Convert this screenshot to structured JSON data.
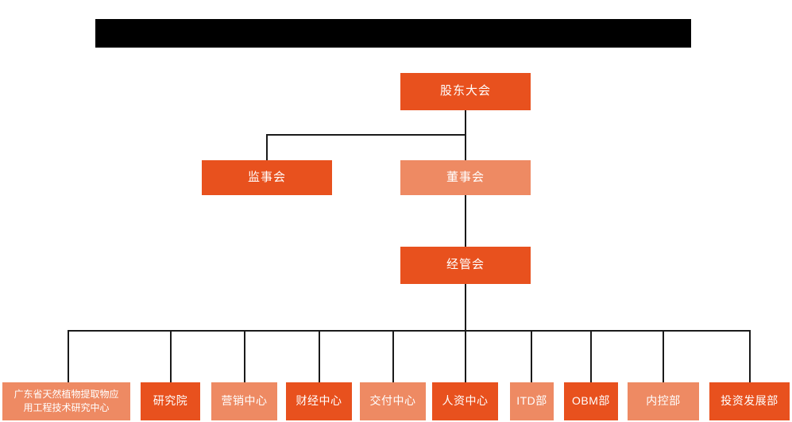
{
  "diagram": {
    "type": "organization-chart",
    "title_banner": {
      "label": "",
      "redacted": true,
      "color": "#000000"
    },
    "colors": {
      "node_dark": "#E8511E",
      "node_light": "#EE8A63",
      "connector": "#1a1a1a",
      "node_text": "#FFFFFF",
      "background": "#FFFFFF"
    },
    "levels": [
      {
        "level": 1,
        "nodes": [
          {
            "id": "shareholders-meeting",
            "label": "股东大会",
            "shade": "dark"
          }
        ]
      },
      {
        "level": 2,
        "nodes": [
          {
            "id": "board-of-supervisors",
            "label": "监事会",
            "shade": "dark"
          },
          {
            "id": "board-of-directors",
            "label": "董事会",
            "shade": "light"
          }
        ]
      },
      {
        "level": 3,
        "nodes": [
          {
            "id": "management-committee",
            "label": "经管会",
            "shade": "dark"
          }
        ]
      },
      {
        "level": 4,
        "nodes": [
          {
            "id": "research-center",
            "label_line1": "广东省天然植物提取物应",
            "label_line2": "用工程技术研究中心",
            "shade": "light"
          },
          {
            "id": "research-institute",
            "label": "研究院",
            "shade": "dark"
          },
          {
            "id": "marketing-center",
            "label": "营销中心",
            "shade": "light"
          },
          {
            "id": "finance-center",
            "label": "财经中心",
            "shade": "dark"
          },
          {
            "id": "delivery-center",
            "label": "交付中心",
            "shade": "light"
          },
          {
            "id": "hr-center",
            "label": "人资中心",
            "shade": "dark"
          },
          {
            "id": "itd-department",
            "label": "ITD部",
            "shade": "light"
          },
          {
            "id": "obm-department",
            "label": "OBM部",
            "shade": "dark"
          },
          {
            "id": "internal-control-department",
            "label": "内控部",
            "shade": "light"
          },
          {
            "id": "investment-development-department",
            "label": "投资发展部",
            "shade": "dark"
          }
        ]
      }
    ],
    "relations": [
      {
        "from": "shareholders-meeting",
        "to": "board-of-supervisors"
      },
      {
        "from": "shareholders-meeting",
        "to": "board-of-directors"
      },
      {
        "from": "board-of-directors",
        "to": "management-committee"
      },
      {
        "from": "management-committee",
        "to": "research-center"
      },
      {
        "from": "management-committee",
        "to": "research-institute"
      },
      {
        "from": "management-committee",
        "to": "marketing-center"
      },
      {
        "from": "management-committee",
        "to": "finance-center"
      },
      {
        "from": "management-committee",
        "to": "delivery-center"
      },
      {
        "from": "management-committee",
        "to": "hr-center"
      },
      {
        "from": "management-committee",
        "to": "itd-department"
      },
      {
        "from": "management-committee",
        "to": "obm-department"
      },
      {
        "from": "management-committee",
        "to": "internal-control-department"
      },
      {
        "from": "management-committee",
        "to": "investment-development-department"
      }
    ]
  }
}
